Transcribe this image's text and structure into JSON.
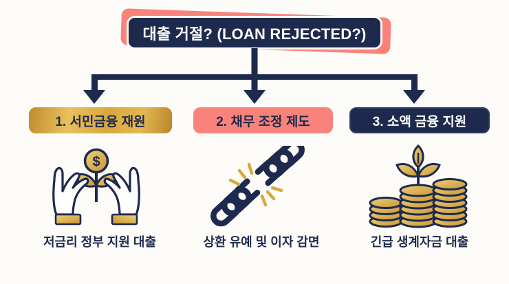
{
  "title": {
    "label": "대출 거절? (LOAN REJECTED?)"
  },
  "branches": [
    {
      "label": "1. 서민금융 재원",
      "caption": "저금리 정부 지원 대출",
      "icon": "hands-holding-money-plant-icon",
      "label_bg": "#D8A83F",
      "label_color": "#1E2A4D"
    },
    {
      "label": "2. 채무 조정 제도",
      "caption": "상환 유예 및 이자 감면",
      "icon": "broken-chain-icon",
      "label_bg": "#F9837B",
      "label_color": "#1E2A4D"
    },
    {
      "label": "3. 소액 금융 지원",
      "caption": "긴급 생계자금 대출",
      "icon": "coin-stacks-sprout-icon",
      "label_bg": "#1E2A4D",
      "label_color": "#FFFFFF"
    }
  ],
  "colors": {
    "navy": "#1E2A4D",
    "coral": "#F9827A",
    "gold": "#D8A83F",
    "gold_light": "#EECF7A",
    "background": "#FDFCF8",
    "title_text": "#FFFFFF"
  },
  "coin_symbol": "$"
}
